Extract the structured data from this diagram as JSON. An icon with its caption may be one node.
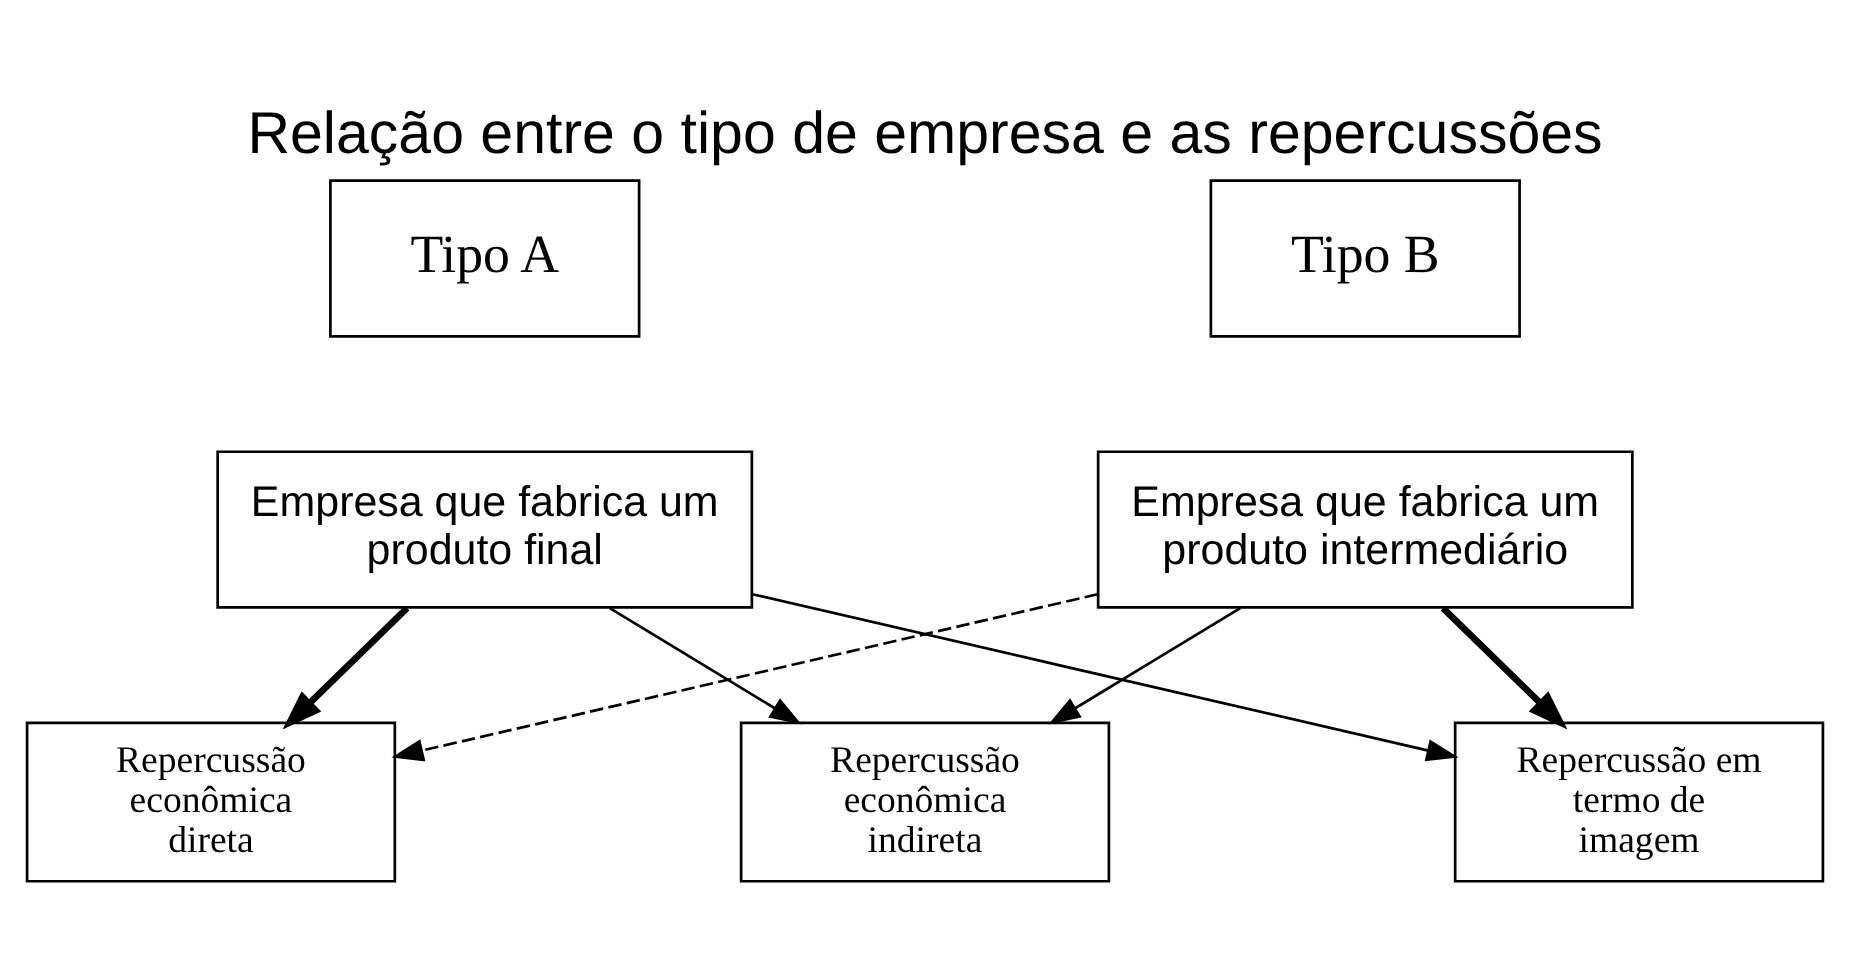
{
  "diagram": {
    "title": "Relação entre o tipo de empresa e as repercussões",
    "nodes": [
      {
        "text": [
          "Tipo A"
        ]
      },
      {
        "text": [
          "Tipo B"
        ]
      },
      {
        "text": [
          "Empresa que fabrica um produto final"
        ]
      },
      {
        "text": [
          "Empresa que fabrica um produto intermediário"
        ]
      },
      {
        "text": [
          "Repercussão econômica direta"
        ]
      },
      {
        "text": [
          "Repercussão econômica indireta"
        ]
      },
      {
        "text": [
          "Repercussão em termo de imagem"
        ]
      }
    ],
    "edges": [
      {
        "from": 2,
        "to": 4,
        "arrow": "to",
        "style": "thick"
      },
      {
        "from": 2,
        "to": 5,
        "arrow": "to"
      },
      {
        "from": 2,
        "to": 6,
        "arrow": "to"
      },
      {
        "from": 3,
        "to": 4,
        "arrow": "to",
        "style": "dashed"
      },
      {
        "from": 3,
        "to": 5,
        "arrow": "to"
      },
      {
        "from": 3,
        "to": 6,
        "arrow": "to",
        "style": "thick"
      }
    ]
  }
}
